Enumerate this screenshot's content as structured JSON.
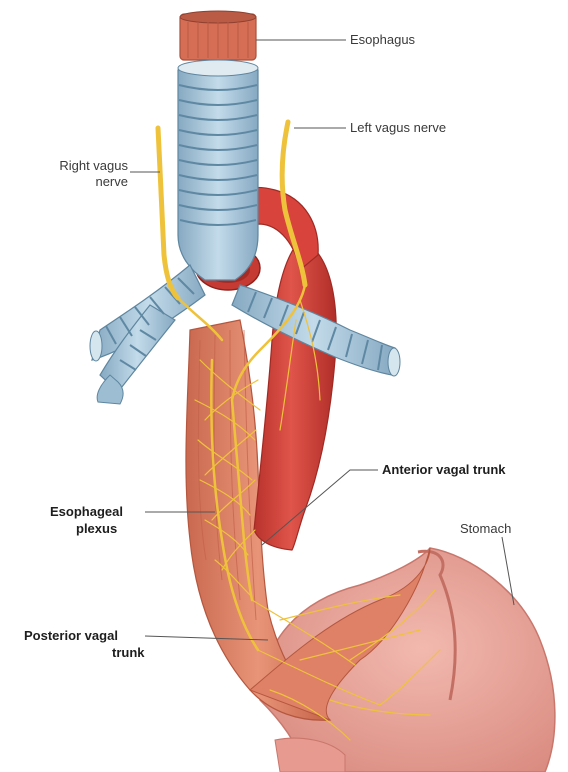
{
  "labels": {
    "esophagus": "Esophagus",
    "left_vagus": "Left vagus nerve",
    "right_vagus_1": "Right vagus",
    "right_vagus_2": "nerve",
    "anterior_trunk": "Anterior vagal trunk",
    "plexus_1": "Esophageal",
    "plexus_2": "plexus",
    "stomach": "Stomach",
    "posterior_trunk_1": "Posterior vagal",
    "posterior_trunk_2": "trunk"
  },
  "colors": {
    "trachea": "#a8c6da",
    "trachea_ring": "#6f95b0",
    "aorta": "#d8423a",
    "esophagus": "#de7f63",
    "stomach": "#eaa39a",
    "nerve": "#efc23c",
    "leader": "#555555"
  }
}
